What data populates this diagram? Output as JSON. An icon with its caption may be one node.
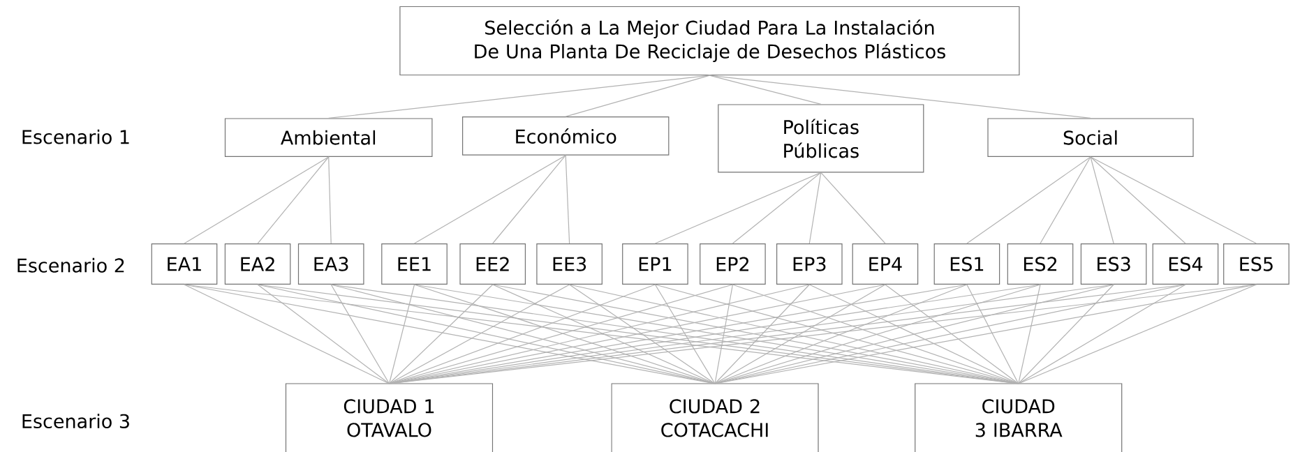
{
  "diagram": {
    "nodes": [
      {
        "text": [
          "Selección a La Mejor Ciudad Para La Instalación De Una Planta De Reciclaje de Desechos Plásticos"
        ]
      },
      {
        "text": [
          "Ambiental"
        ]
      },
      {
        "text": [
          "Económico"
        ]
      },
      {
        "text": [
          "Políticas Públicas"
        ]
      },
      {
        "text": [
          "Social"
        ]
      },
      {
        "text": [
          "EA1"
        ]
      },
      {
        "text": [
          "EA2"
        ]
      },
      {
        "text": [
          "EA3"
        ]
      },
      {
        "text": [
          "EE1"
        ]
      },
      {
        "text": [
          "EE2"
        ]
      },
      {
        "text": [
          "EE3"
        ]
      },
      {
        "text": [
          "EP1"
        ]
      },
      {
        "text": [
          "EP2"
        ]
      },
      {
        "text": [
          "EP3"
        ]
      },
      {
        "text": [
          "EP4"
        ]
      },
      {
        "text": [
          "ES1"
        ]
      },
      {
        "text": [
          "ES2"
        ]
      },
      {
        "text": [
          "ES3"
        ]
      },
      {
        "text": [
          "ES4"
        ]
      },
      {
        "text": [
          "ES5"
        ]
      },
      {
        "text": [
          "CIUDAD 1 OTAVALO"
        ]
      },
      {
        "text": [
          "CIUDAD 2 COTACACHI"
        ]
      },
      {
        "text": [
          "CIUDAD 3 IBARRA"
        ]
      }
    ],
    "edges": [
      {
        "from": 0,
        "to": 1,
        "arrow": "none"
      },
      {
        "from": 0,
        "to": 2,
        "arrow": "none"
      },
      {
        "from": 0,
        "to": 3,
        "arrow": "none"
      },
      {
        "from": 0,
        "to": 4,
        "arrow": "none"
      },
      {
        "from": 1,
        "to": 5,
        "arrow": "none"
      },
      {
        "from": 1,
        "to": 6,
        "arrow": "none"
      },
      {
        "from": 1,
        "to": 7,
        "arrow": "none"
      },
      {
        "from": 2,
        "to": 8,
        "arrow": "none"
      },
      {
        "from": 2,
        "to": 9,
        "arrow": "none"
      },
      {
        "from": 2,
        "to": 10,
        "arrow": "none"
      },
      {
        "from": 3,
        "to": 11,
        "arrow": "none"
      },
      {
        "from": 3,
        "to": 12,
        "arrow": "none"
      },
      {
        "from": 3,
        "to": 13,
        "arrow": "none"
      },
      {
        "from": 3,
        "to": 14,
        "arrow": "none"
      },
      {
        "from": 4,
        "to": 15,
        "arrow": "none"
      },
      {
        "from": 4,
        "to": 16,
        "arrow": "none"
      },
      {
        "from": 4,
        "to": 17,
        "arrow": "none"
      },
      {
        "from": 4,
        "to": 18,
        "arrow": "none"
      },
      {
        "from": 4,
        "to": 19,
        "arrow": "none"
      },
      {
        "from": 5,
        "to": 20,
        "arrow": "none"
      },
      {
        "from": 5,
        "to": 21,
        "arrow": "none"
      },
      {
        "from": 5,
        "to": 22,
        "arrow": "none"
      },
      {
        "from": 6,
        "to": 20,
        "arrow": "none"
      },
      {
        "from": 6,
        "to": 21,
        "arrow": "none"
      },
      {
        "from": 6,
        "to": 22,
        "arrow": "none"
      },
      {
        "from": 7,
        "to": 20,
        "arrow": "none"
      },
      {
        "from": 7,
        "to": 21,
        "arrow": "none"
      },
      {
        "from": 7,
        "to": 22,
        "arrow": "none"
      },
      {
        "from": 8,
        "to": 20,
        "arrow": "none"
      },
      {
        "from": 8,
        "to": 21,
        "arrow": "none"
      },
      {
        "from": 8,
        "to": 22,
        "arrow": "none"
      },
      {
        "from": 9,
        "to": 20,
        "arrow": "none"
      },
      {
        "from": 9,
        "to": 21,
        "arrow": "none"
      },
      {
        "from": 9,
        "to": 22,
        "arrow": "none"
      },
      {
        "from": 10,
        "to": 20,
        "arrow": "none"
      },
      {
        "from": 10,
        "to": 21,
        "arrow": "none"
      },
      {
        "from": 10,
        "to": 22,
        "arrow": "none"
      },
      {
        "from": 11,
        "to": 20,
        "arrow": "none"
      },
      {
        "from": 11,
        "to": 21,
        "arrow": "none"
      },
      {
        "from": 11,
        "to": 22,
        "arrow": "none"
      },
      {
        "from": 12,
        "to": 20,
        "arrow": "none"
      },
      {
        "from": 12,
        "to": 21,
        "arrow": "none"
      },
      {
        "from": 12,
        "to": 22,
        "arrow": "none"
      },
      {
        "from": 13,
        "to": 20,
        "arrow": "none"
      },
      {
        "from": 13,
        "to": 21,
        "arrow": "none"
      },
      {
        "from": 13,
        "to": 22,
        "arrow": "none"
      },
      {
        "from": 14,
        "to": 20,
        "arrow": "none"
      },
      {
        "from": 14,
        "to": 21,
        "arrow": "none"
      },
      {
        "from": 14,
        "to": 22,
        "arrow": "none"
      },
      {
        "from": 15,
        "to": 20,
        "arrow": "none"
      },
      {
        "from": 15,
        "to": 21,
        "arrow": "none"
      },
      {
        "from": 15,
        "to": 22,
        "arrow": "none"
      },
      {
        "from": 16,
        "to": 20,
        "arrow": "none"
      },
      {
        "from": 16,
        "to": 21,
        "arrow": "none"
      },
      {
        "from": 16,
        "to": 22,
        "arrow": "none"
      },
      {
        "from": 17,
        "to": 20,
        "arrow": "none"
      },
      {
        "from": 17,
        "to": 21,
        "arrow": "none"
      },
      {
        "from": 17,
        "to": 22,
        "arrow": "none"
      },
      {
        "from": 18,
        "to": 20,
        "arrow": "none"
      },
      {
        "from": 18,
        "to": 21,
        "arrow": "none"
      },
      {
        "from": 18,
        "to": 22,
        "arrow": "none"
      },
      {
        "from": 19,
        "to": 20,
        "arrow": "none"
      },
      {
        "from": 19,
        "to": 21,
        "arrow": "none"
      },
      {
        "from": 19,
        "to": 22,
        "arrow": "none"
      }
    ],
    "labels": [
      "Escenario 1",
      "Escenario 2",
      "Escenario 3"
    ]
  }
}
